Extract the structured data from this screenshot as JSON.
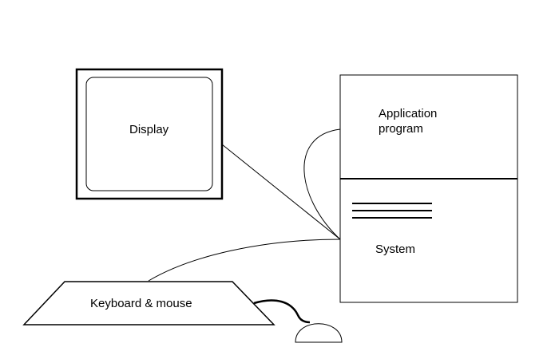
{
  "diagram": {
    "labels": {
      "display": "Display",
      "application_line1": "Application",
      "application_line2": "program",
      "system": "System",
      "keyboard_mouse": "Keyboard & mouse"
    },
    "colors": {
      "background": "#ffffff",
      "stroke": "#000000"
    }
  }
}
